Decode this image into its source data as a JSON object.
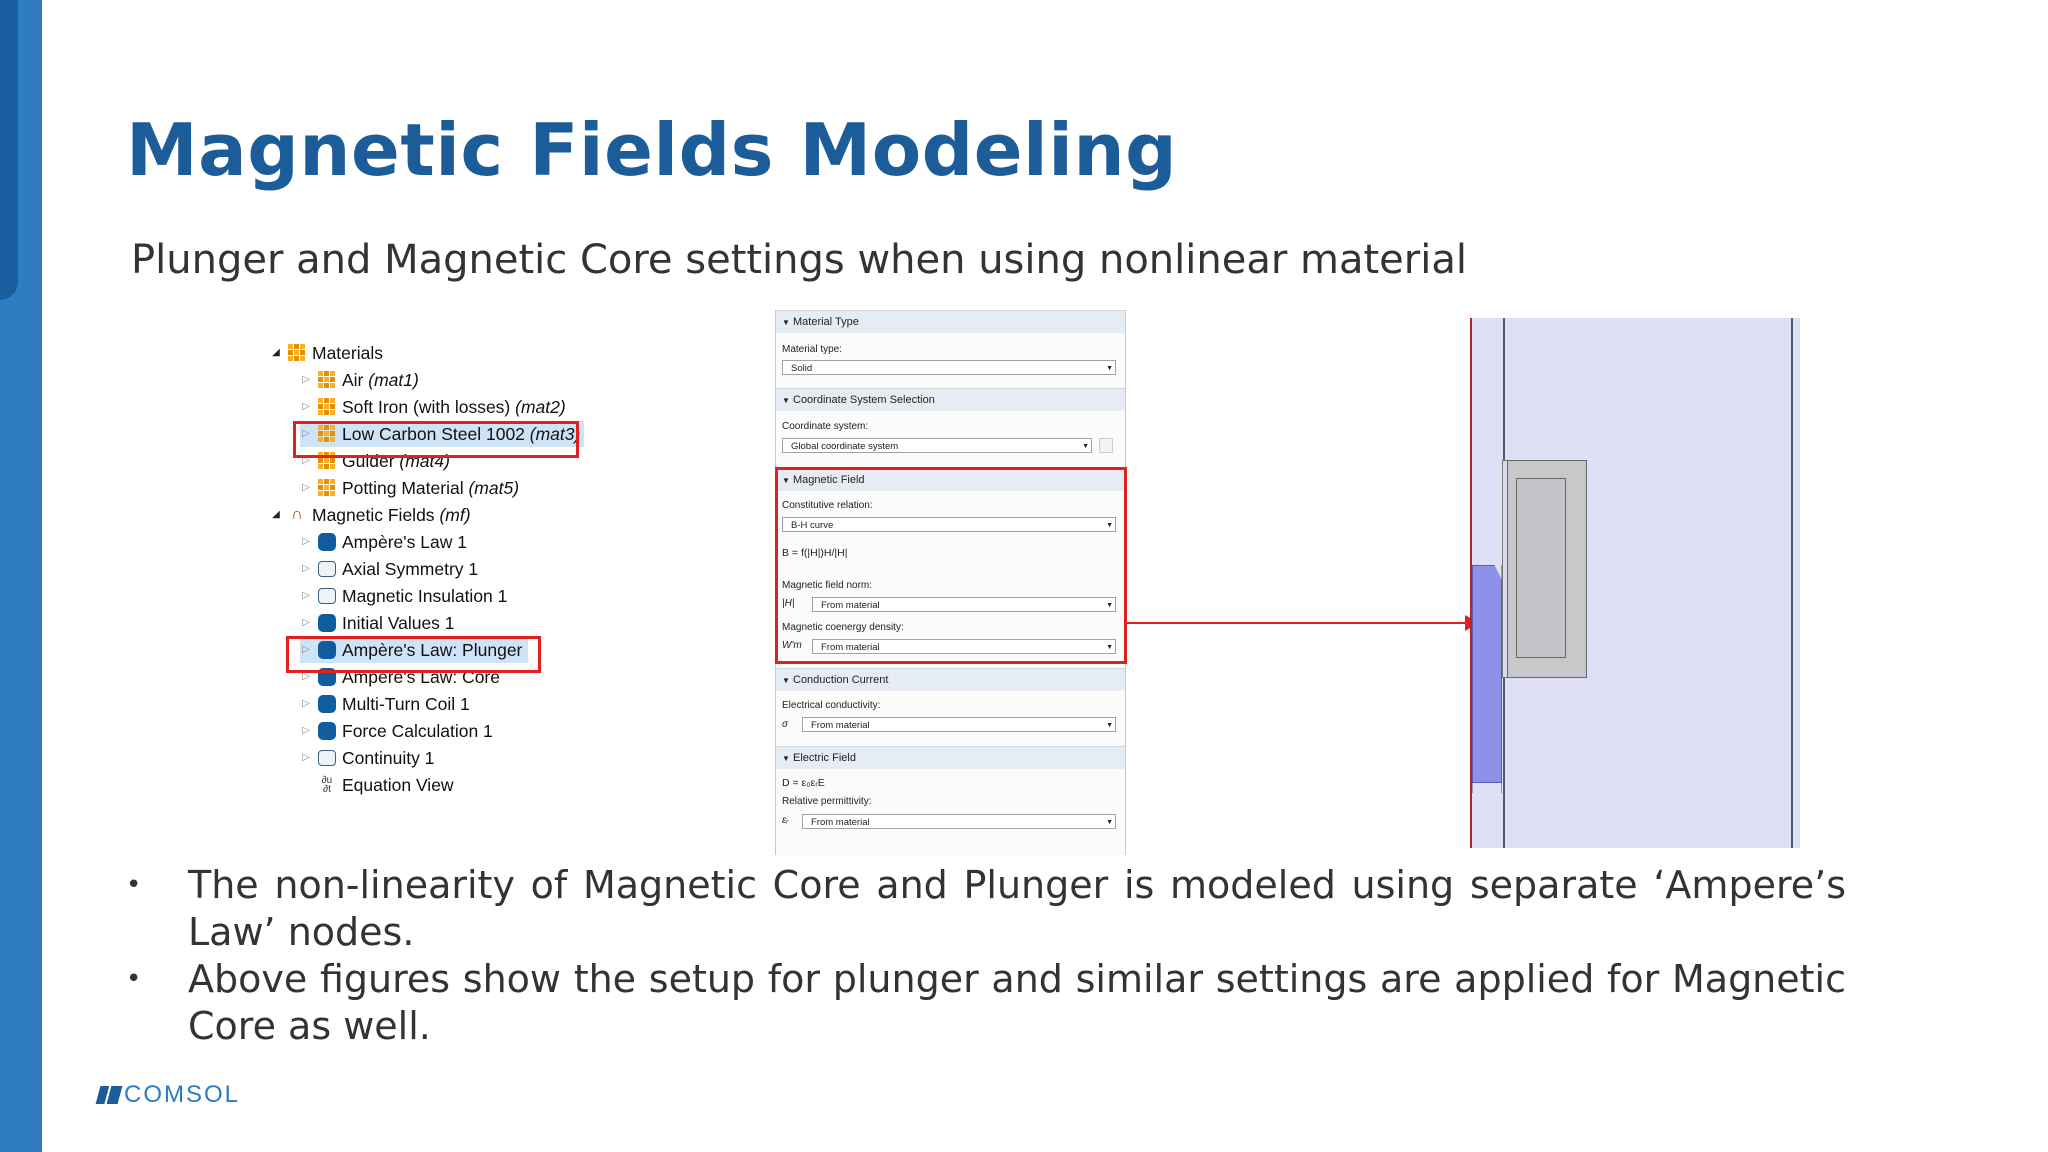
{
  "slide": {
    "title": "Magnetic Fields Modeling",
    "subtitle": "Plunger and Magnetic Core settings when using nonlinear material",
    "logo_text": "COMSOL",
    "colors": {
      "brand": "#1c5d99",
      "sidebar": "#2f7cc3",
      "highlight": "#e0211d"
    }
  },
  "tree": {
    "items": [
      {
        "label": "Materials",
        "suffix": "",
        "icon": "materials-icon",
        "expanded": true
      },
      {
        "label": "Air",
        "suffix": "(mat1)",
        "icon": "material-icon"
      },
      {
        "label": "Soft Iron (with losses)",
        "suffix": "(mat2)",
        "icon": "material-icon"
      },
      {
        "label": "Low Carbon Steel 1002",
        "suffix": "(mat3)",
        "icon": "material-icon",
        "selected": true
      },
      {
        "label": "Guider",
        "suffix": "(mat4)",
        "icon": "material-icon"
      },
      {
        "label": "Potting Material",
        "suffix": "(mat5)",
        "icon": "material-icon"
      },
      {
        "label": "Magnetic Fields",
        "suffix": "(mf)",
        "icon": "magnet-icon",
        "expanded": true
      },
      {
        "label": "Ampère's Law 1",
        "suffix": "",
        "icon": "domain-icon"
      },
      {
        "label": "Axial Symmetry 1",
        "suffix": "",
        "icon": "boundary-icon"
      },
      {
        "label": "Magnetic Insulation 1",
        "suffix": "",
        "icon": "boundary-icon"
      },
      {
        "label": "Initial Values 1",
        "suffix": "",
        "icon": "domain-icon"
      },
      {
        "label": "Ampère's Law: Plunger",
        "suffix": "",
        "icon": "domain-icon",
        "selected": true
      },
      {
        "label": "Ampère's Law: Core",
        "suffix": "",
        "icon": "domain-icon"
      },
      {
        "label": "Multi-Turn Coil 1",
        "suffix": "",
        "icon": "domain-icon"
      },
      {
        "label": "Force Calculation 1",
        "suffix": "",
        "icon": "domain-icon"
      },
      {
        "label": "Continuity 1",
        "suffix": "",
        "icon": "boundary-icon"
      },
      {
        "label": "Equation View",
        "suffix": "",
        "icon": "equation-icon"
      }
    ]
  },
  "settings": {
    "material_type": {
      "header": "Material Type",
      "label": "Material type:",
      "value": "Solid"
    },
    "coordinate_system": {
      "header": "Coordinate System Selection",
      "label": "Coordinate system:",
      "value": "Global coordinate system"
    },
    "magnetic_field": {
      "header": "Magnetic Field",
      "constitutive_label": "Constitutive relation:",
      "constitutive_value": "B-H curve",
      "formula": "B = f(|H|)H/|H|",
      "norm_label": "Magnetic field norm:",
      "norm_symbol": "|H|",
      "norm_value": "From material",
      "coenergy_label": "Magnetic coenergy density:",
      "coenergy_symbol": "W'm",
      "coenergy_value": "From material"
    },
    "conduction_current": {
      "header": "Conduction Current",
      "label": "Electrical conductivity:",
      "symbol": "σ",
      "value": "From material"
    },
    "electric_field": {
      "header": "Electric Field",
      "formula": "D = ε₀εᵣE",
      "label": "Relative permittivity:",
      "symbol": "εᵣ",
      "value": "From material"
    }
  },
  "bullets": [
    "The non-linearity of Magnetic Core and Plunger is modeled using separate ‘Ampere’s Law’ nodes.",
    "Above figures show the setup for plunger and similar settings are applied for Magnetic Core as well."
  ]
}
